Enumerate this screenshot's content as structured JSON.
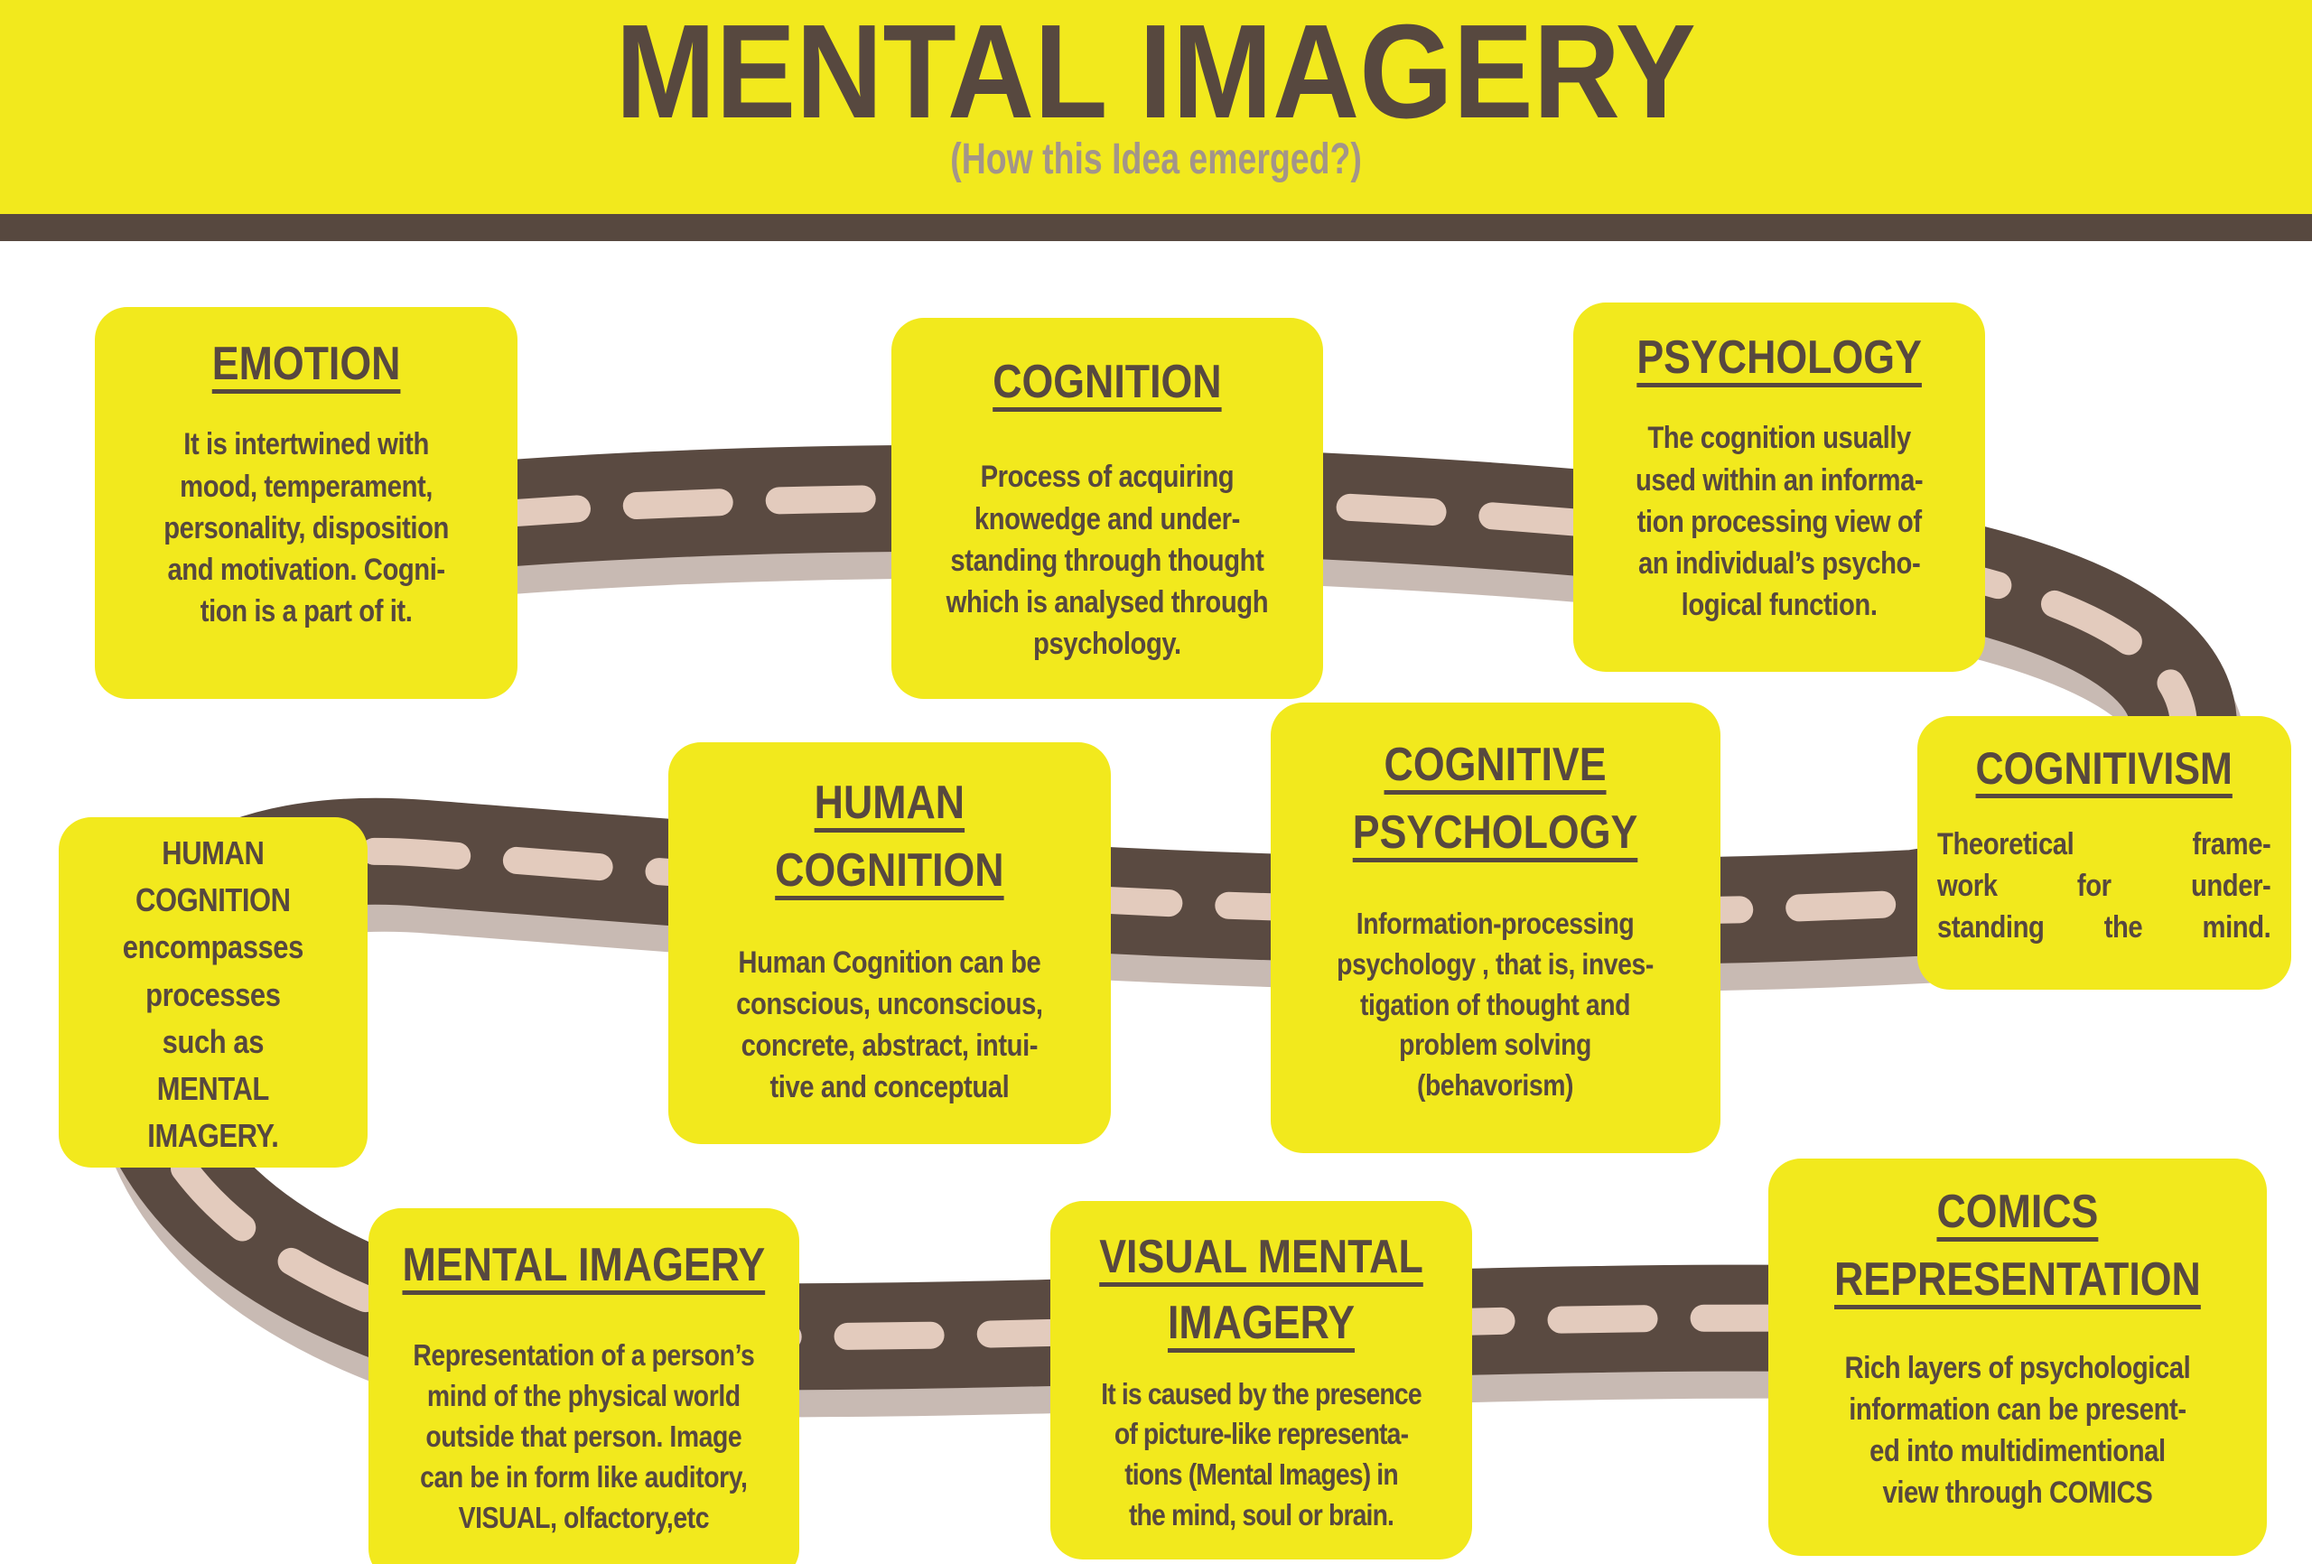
{
  "header": {
    "title": "MENTAL IMAGERY",
    "subtitle": "(How this Idea emerged?)"
  },
  "colors": {
    "yellow": "#f2e91d",
    "text_brown": "#57483f",
    "subtitle_gray": "#a3958a",
    "road_brown": "#5a4a41",
    "road_dash": "#e3cbbd",
    "road_shadow": "#b5a399"
  },
  "road": {
    "description": "winding-road"
  },
  "boxes": [
    {
      "key": "emotion",
      "title": "EMOTION",
      "body": "It is intertwined with\nmood, temperament,\npersonality, disposition\nand motivation. Cogni-\ntion is a part of it."
    },
    {
      "key": "cognition",
      "title": "COGNITION",
      "body": "Process of acquiring\nknowedge and under-\nstanding through thought\nwhich is analysed through\npsychology."
    },
    {
      "key": "psychology",
      "title": "PSYCHOLOGY",
      "body": "The cognition usually\nused within an informa-\ntion processing view of\nan individual’s psycho-\nlogical function."
    },
    {
      "key": "human-cognition-note",
      "title": "",
      "body": "HUMAN\nCOGNITION\nencompasses\nprocesses\nsuch as\nMENTAL\nIMAGERY."
    },
    {
      "key": "human-cognition",
      "title": "HUMAN\nCOGNITION",
      "body": "Human Cognition can be\nconscious, unconscious,\nconcrete, abstract, intui-\ntive and conceptual"
    },
    {
      "key": "cognitive-psychology",
      "title": "COGNITIVE\nPSYCHOLOGY",
      "body": "Information-processing\npsychology , that is, inves-\ntigation of thought and\nproblem solving\n(behavorism)"
    },
    {
      "key": "cognitivism",
      "title": "COGNITIVISM",
      "body": "Theoretical frame-\nwork for under-\nstanding the mind."
    },
    {
      "key": "mental-imagery",
      "title": "MENTAL IMAGERY",
      "body": "Representation of a person’s\nmind of the physical world\noutside that person. Image\ncan be in form like auditory,\nVISUAL, olfactory,etc"
    },
    {
      "key": "visual-mental-imagery",
      "title": "VISUAL MENTAL\nIMAGERY",
      "body": "It is caused by the presence\nof picture-like representa-\ntions (Mental Images) in\nthe mind, soul or brain."
    },
    {
      "key": "comics-representation",
      "title": "COMICS\nREPRESENTATION",
      "body": "Rich layers of psychological\ninformation can be present-\ned into multidimentional\nview through COMICS"
    }
  ]
}
